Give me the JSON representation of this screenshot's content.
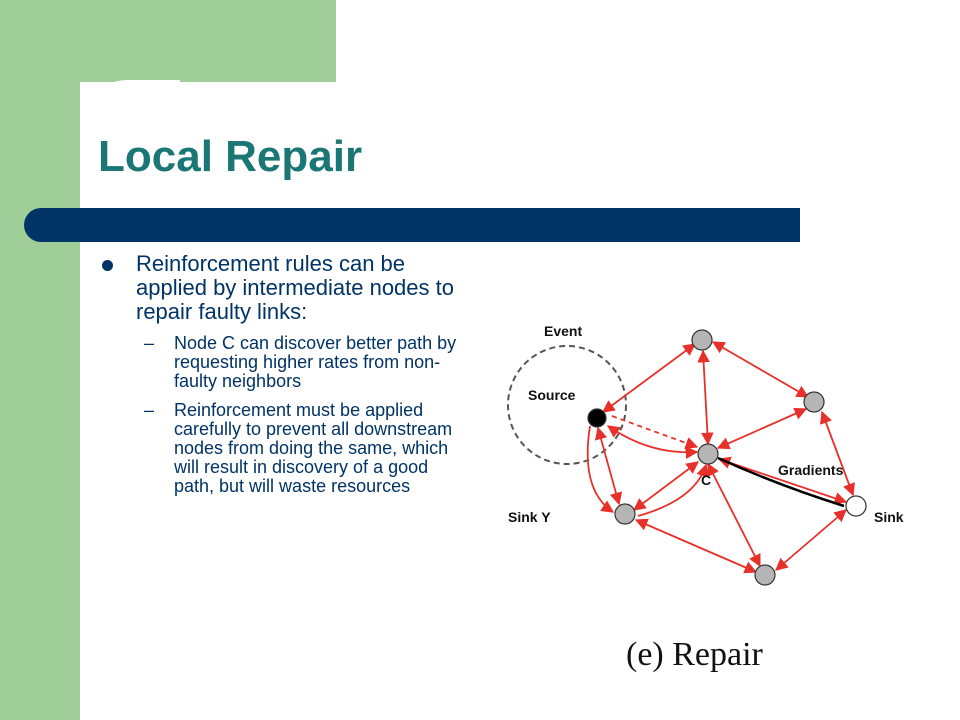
{
  "slide": {
    "title": "Local Repair",
    "bullets": [
      {
        "text": "Reinforcement rules can be applied by intermediate nodes to repair faulty links:",
        "subs": [
          "Node C can discover better path by requesting higher rates from non-faulty neighbors",
          "Reinforcement must be applied carefully to prevent all downstream nodes from doing the same, which will result in discovery of a good path, but will waste resources"
        ]
      }
    ]
  },
  "diagram": {
    "labels": {
      "event": "Event",
      "source": "Source",
      "gradients": "Gradients",
      "node_c": "C",
      "sink": "Sink",
      "sink_y": "Sink Y"
    },
    "caption": "(e) Repair",
    "colors": {
      "link": "#e8302a",
      "node": "#b5b5b5",
      "source": "#000000",
      "reinforced": "#000000"
    }
  }
}
